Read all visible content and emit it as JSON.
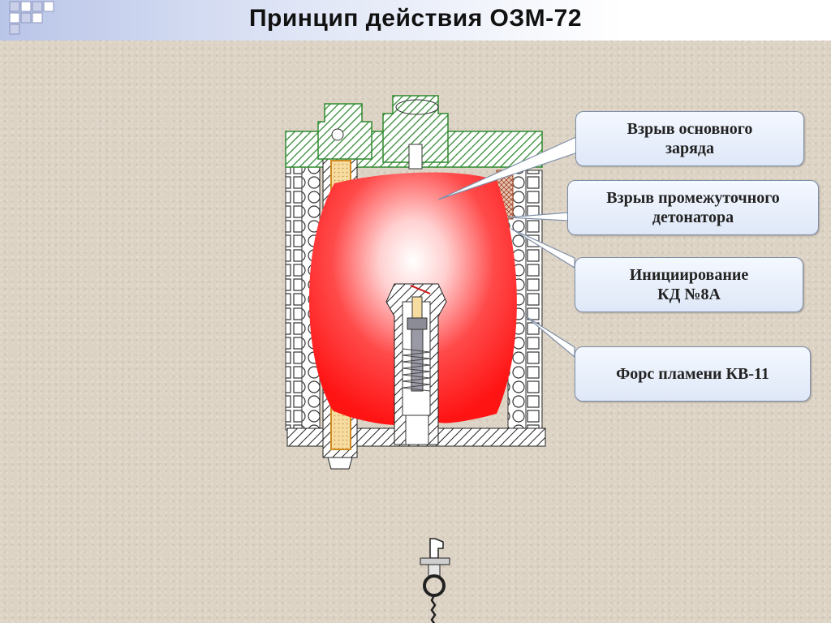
{
  "slide": {
    "title": "Принцип действия ОЗМ-72"
  },
  "callouts": [
    {
      "id": "main-charge",
      "text": "Взрыв основного\nзаряда"
    },
    {
      "id": "intermediate-detonator",
      "text": "Взрыв промежуточного\nдетонатора"
    },
    {
      "id": "detonator-initiation",
      "text": "Инициирование\nКД №8А"
    },
    {
      "id": "flame-jet",
      "text": "Форс пламени КВ-11"
    }
  ],
  "colors": {
    "explosion": "#ff2b2b",
    "fuse_hatch": "#2f8a2f",
    "detonator_fill": "#f6dca0",
    "callout_border": "#7e8ea8"
  },
  "icons": [
    "mine-cross-section",
    "fuse-pin-with-chain"
  ]
}
